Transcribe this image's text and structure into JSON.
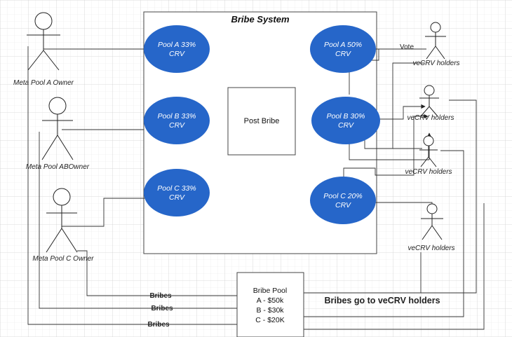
{
  "title": "Bribe System",
  "post_bribe": "Post Bribe",
  "pools_left": [
    {
      "line1": "Pool A 33%",
      "line2": "CRV"
    },
    {
      "line1": "Pool B 33%",
      "line2": "CRV"
    },
    {
      "line1": "Pool C 33%",
      "line2": "CRV"
    }
  ],
  "pools_right": [
    {
      "line1": "Pool A 50%",
      "line2": "CRV"
    },
    {
      "line1": "Pool B 30%",
      "line2": "CRV"
    },
    {
      "line1": "Pool C 20%",
      "line2": "CRV"
    }
  ],
  "owners": [
    {
      "label": "Meta Pool A Owner"
    },
    {
      "label": "Meta Pool ABOwner"
    },
    {
      "label": "Meta Pool C Owner"
    }
  ],
  "holders": [
    {
      "label": "veCRV holders"
    },
    {
      "label": "veCRV holders"
    },
    {
      "label": "veCRV holders"
    },
    {
      "label": "veCRV holders"
    }
  ],
  "vote_label": "Vote",
  "bribes_labels": [
    "Bribes",
    "Bribes",
    "Bribes"
  ],
  "bribe_pool": {
    "title": "Bribe Pool",
    "lines": [
      "A - $50k",
      "B - $30k",
      "C - $20K"
    ]
  },
  "bribes_go": "Bribes go to veCRV holders",
  "colors": {
    "pool_fill": "#2666c9",
    "line": "#333333",
    "grid_minor": "#e6e6e6",
    "grid_major": "#cfcfcf"
  }
}
